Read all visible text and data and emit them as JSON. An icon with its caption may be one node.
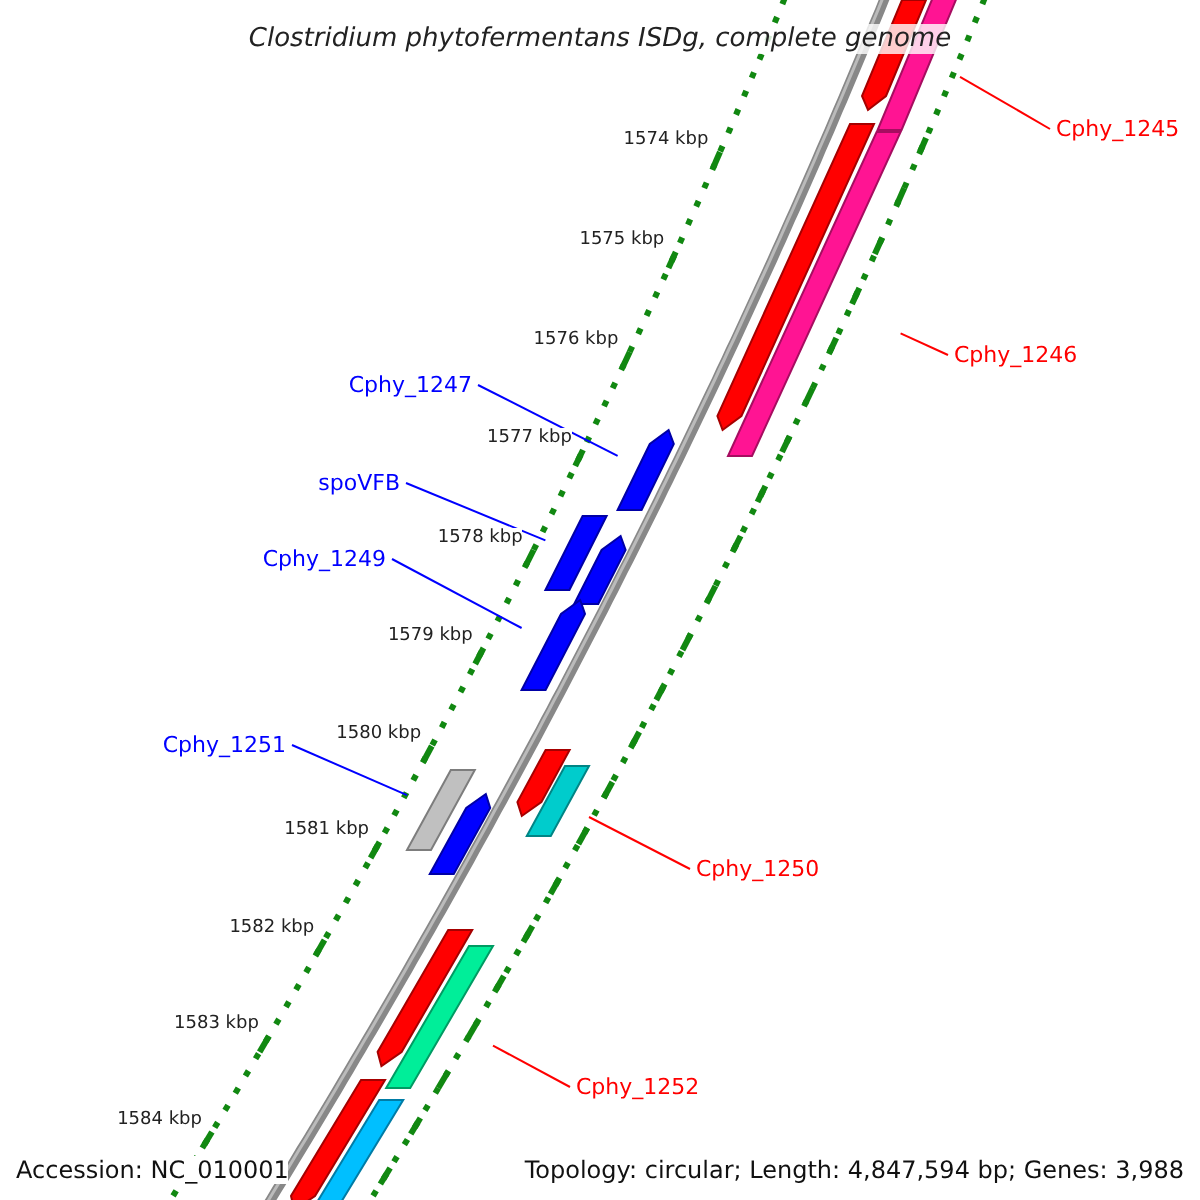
{
  "diagram": {
    "title": "Clostridium phytofermentans ISDg, complete genome",
    "nodes": [
      {
        "text": [
          "Cphy_1245"
        ]
      },
      {
        "text": [],
        "shape": "bar"
      },
      {
        "text": [],
        "shape": "bar"
      },
      {
        "text": [],
        "shape": "bar"
      },
      {
        "text": [],
        "shape": "bar"
      },
      {
        "text": [
          "Cphy_1246"
        ]
      },
      {
        "text": [
          "Cphy_1247"
        ]
      },
      {
        "text": [],
        "shape": "bar"
      },
      {
        "text": [
          "spoVFB"
        ]
      },
      {
        "text": [],
        "shape": "bar"
      },
      {
        "text": [],
        "shape": "bar"
      },
      {
        "text": [
          "Cphy_1249"
        ]
      },
      {
        "text": [],
        "shape": "bar"
      },
      {
        "text": [
          "Cphy_1251"
        ]
      },
      {
        "text": [],
        "shape": "bar"
      },
      {
        "text": [],
        "shape": "bar"
      },
      {
        "text": [],
        "shape": "bar"
      },
      {
        "text": [],
        "shape": "bar"
      },
      {
        "text": [
          "Cphy_1250"
        ]
      },
      {
        "text": [],
        "shape": "bar"
      },
      {
        "text": [],
        "shape": "bar"
      },
      {
        "text": [
          "Cphy_1252"
        ]
      },
      {
        "text": [],
        "shape": "bar"
      },
      {
        "text": [],
        "shape": "bar"
      }
    ],
    "edges": [
      {
        "from": 0,
        "to": 2,
        "arrow": "none",
        "color": "#ff0000"
      },
      {
        "from": 5,
        "to": 4,
        "arrow": "none",
        "color": "#ff0000"
      },
      {
        "from": 6,
        "to": 7,
        "arrow": "none",
        "color": "#0000ff"
      },
      {
        "from": 8,
        "to": 9,
        "arrow": "none",
        "color": "#0000ff"
      },
      {
        "from": 11,
        "to": 12,
        "arrow": "none",
        "color": "#0000ff"
      },
      {
        "from": 13,
        "to": 14,
        "arrow": "none",
        "color": "#0000ff"
      },
      {
        "from": 18,
        "to": 17,
        "arrow": "none",
        "color": "#ff0000"
      },
      {
        "from": 21,
        "to": 20,
        "arrow": "none",
        "color": "#ff0000"
      }
    ],
    "labels": [
      "1574 kbp",
      "1575 kbp",
      "1576 kbp",
      "1577 kbp",
      "1578 kbp",
      "1579 kbp",
      "1580 kbp",
      "1581 kbp",
      "1582 kbp",
      "1583 kbp",
      "1584 kbp",
      "Accession: NC_010001",
      "Topology: circular; Length: 4,847,594 bp; Genes: 3,988"
    ]
  }
}
